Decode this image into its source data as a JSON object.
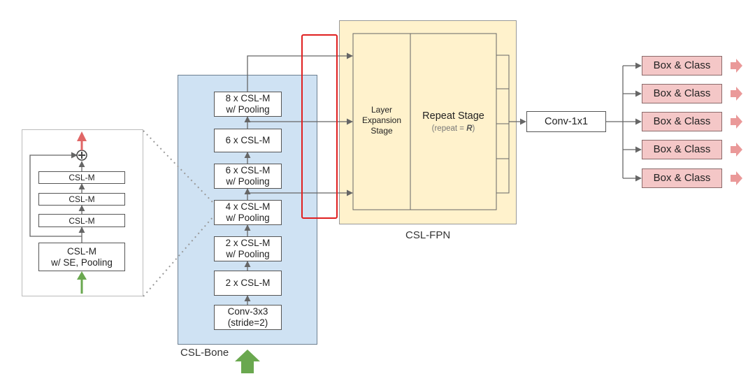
{
  "detail": {
    "top_block": "CSL-M",
    "mid_block": "CSL-M",
    "low_block": "CSL-M",
    "base_block": "CSL-M\nw/ SE, Pooling"
  },
  "backbone": {
    "label": "CSL-Bone",
    "blocks": [
      "8 x CSL-M\nw/ Pooling",
      "6 x CSL-M",
      "6 x CSL-M\nw/ Pooling",
      "4 x CSL-M\nw/ Pooling",
      "2 x CSL-M\nw/ Pooling",
      "2 x CSL-M",
      "Conv-3x3\n(stride=2)"
    ]
  },
  "fpn": {
    "label": "CSL-FPN",
    "layer_expansion": "Layer\nExpansion\nStage",
    "repeat_title": "Repeat Stage",
    "repeat_sub_prefix": "(repeat = ",
    "repeat_sub_var": "R",
    "repeat_sub_suffix": ")"
  },
  "conv": "Conv-1x1",
  "heads": [
    "Box & Class",
    "Box & Class",
    "Box & Class",
    "Box & Class",
    "Box & Class"
  ],
  "colors": {
    "backbone_fill": "#cfe2f3",
    "fpn_fill": "#fff2cc",
    "head_fill": "#f4c7c7",
    "highlight": "#e02020",
    "input_arrow": "#6aa84f",
    "output_arrow": "#e06666"
  }
}
